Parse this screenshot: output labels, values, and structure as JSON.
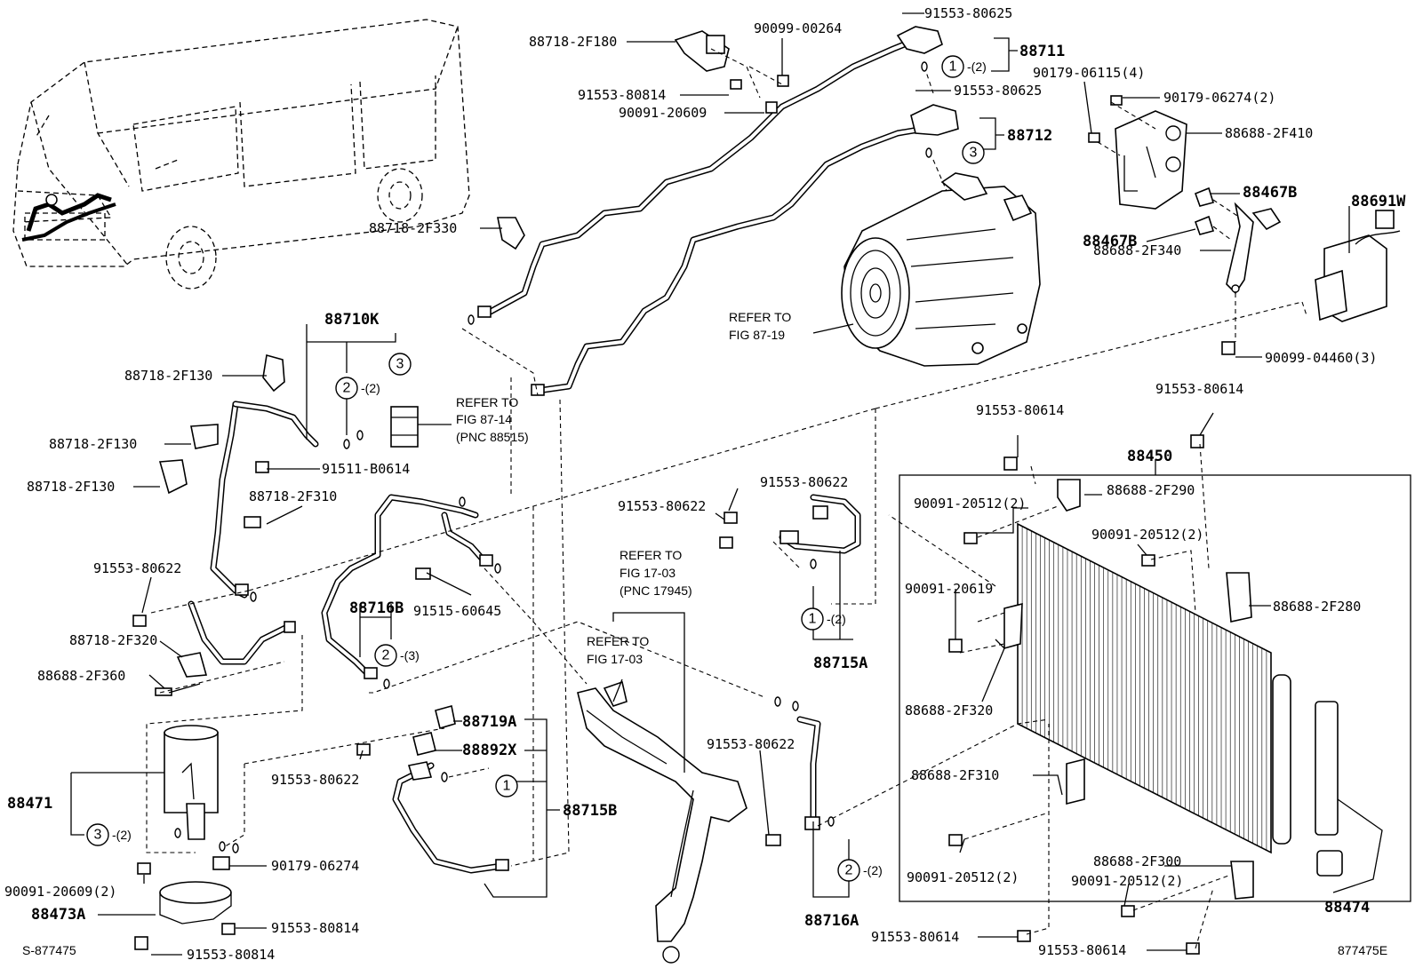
{
  "labels": {
    "p88718_2F180": "88718-2F180",
    "p90099_00264": "90099-00264",
    "p91553_80625a": "91553-80625",
    "p88711": "88711",
    "p91553_80814a": "91553-80814",
    "p90091_20609a": "90091-20609",
    "p91553_80625b": "91553-80625",
    "p90179_06115": "90179-06115(4)",
    "p90179_06274a": "90179-06274(2)",
    "p88712": "88712",
    "p88688_2F410": "88688-2F410",
    "p88467B_a": "88467B",
    "p88691W": "88691W",
    "p88467B_b": "88467B",
    "p88688_2F340": "88688-2F340",
    "p88718_2F330": "88718-2F330",
    "p90099_04460": "90099-04460(3)",
    "p88710K": "88710K",
    "p88718_2F130a": "88718-2F130",
    "p88718_2F130b": "88718-2F130",
    "p88718_2F130c": "88718-2F130",
    "p91511_B0614": "91511-B0614",
    "p88718_2F310": "88718-2F310",
    "p91553_80614a": "91553-80614",
    "p91553_80614b": "91553-80614",
    "p88450": "88450",
    "p91553_80622a": "91553-80622",
    "p91553_80622b": "91553-80622",
    "p90091_20512a": "90091-20512(2)",
    "p88688_2F290": "88688-2F290",
    "p90091_20512b": "90091-20512(2)",
    "p91553_80622c": "91553-80622",
    "p88716B": "88716B",
    "p91515_60645": "91515-60645",
    "p90091_20619": "90091-20619",
    "p88688_2F280": "88688-2F280",
    "p88718_2F320": "88718-2F320",
    "p88715A": "88715A",
    "p88688_2F360": "88688-2F360",
    "p88688_2F320": "88688-2F320",
    "p88719A": "88719A",
    "p88892X": "88892X",
    "p91553_80622d": "91553-80622",
    "p91553_80622e": "91553-80622",
    "p88471": "88471",
    "p88715B": "88715B",
    "p88688_2F310": "88688-2F310",
    "p90091_20512c": "90091-20512(2)",
    "p88688_2F300": "88688-2F300",
    "p90091_20512d": "90091-20512(2)",
    "p90091_20609b": "90091-20609(2)",
    "p90179_06274b": "90179-06274",
    "p88474": "88474",
    "p88473A": "88473A",
    "p91553_80814b": "91553-80814",
    "p91553_80814c": "91553-80814",
    "p91553_80614c": "91553-80614",
    "p91553_80614d": "91553-80614",
    "p88716A": "88716A"
  },
  "refer_notes": {
    "fig8719_line1": "REFER TO",
    "fig8719_line2": "FIG 87-19",
    "fig8714_line1": "REFER TO",
    "fig8714_line2": "FIG 87-14",
    "fig8714_line3": "(PNC 88515)",
    "fig1703a_line1": "REFER TO",
    "fig1703a_line2": "FIG 17-03",
    "fig1703a_line3": "(PNC 17945)",
    "fig1703b_line1": "REFER TO",
    "fig1703b_line2": "FIG 17-03"
  },
  "callouts": {
    "c1": "1",
    "c2": "2",
    "c3": "3",
    "qty2": "-(2)",
    "qty3": "-(3)"
  },
  "footer": {
    "left_code": "S-877475",
    "right_code": "877475E"
  }
}
